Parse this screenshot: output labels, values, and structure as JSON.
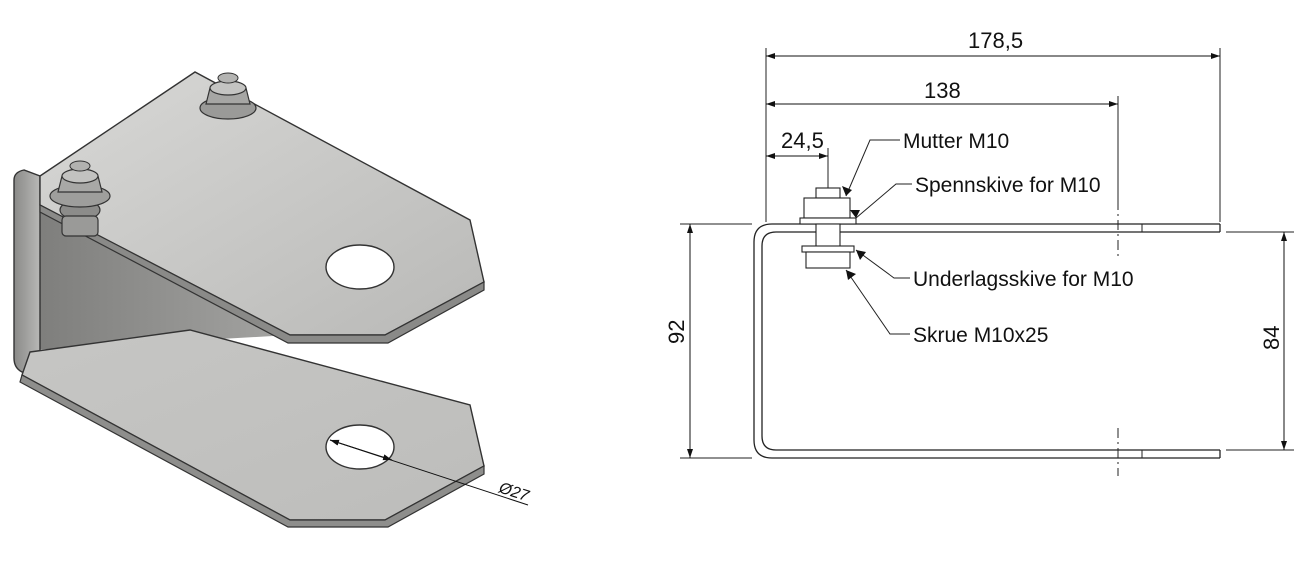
{
  "dimensions": {
    "overall_length": "178,5",
    "hole_center": "138",
    "bolt_offset": "24,5",
    "outer_height": "92",
    "inner_height": "84",
    "hole_diameter": "Ø27"
  },
  "callouts": {
    "nut": "Mutter M10",
    "spring_washer": "Spennskive for M10",
    "flat_washer": "Underlagsskive for M10",
    "bolt": "Skrue M10x25"
  },
  "colors": {
    "steel_light": "#c9c9c7",
    "steel_mid": "#a9a9a7",
    "steel_dark": "#6f6f6d",
    "line": "#222222"
  }
}
